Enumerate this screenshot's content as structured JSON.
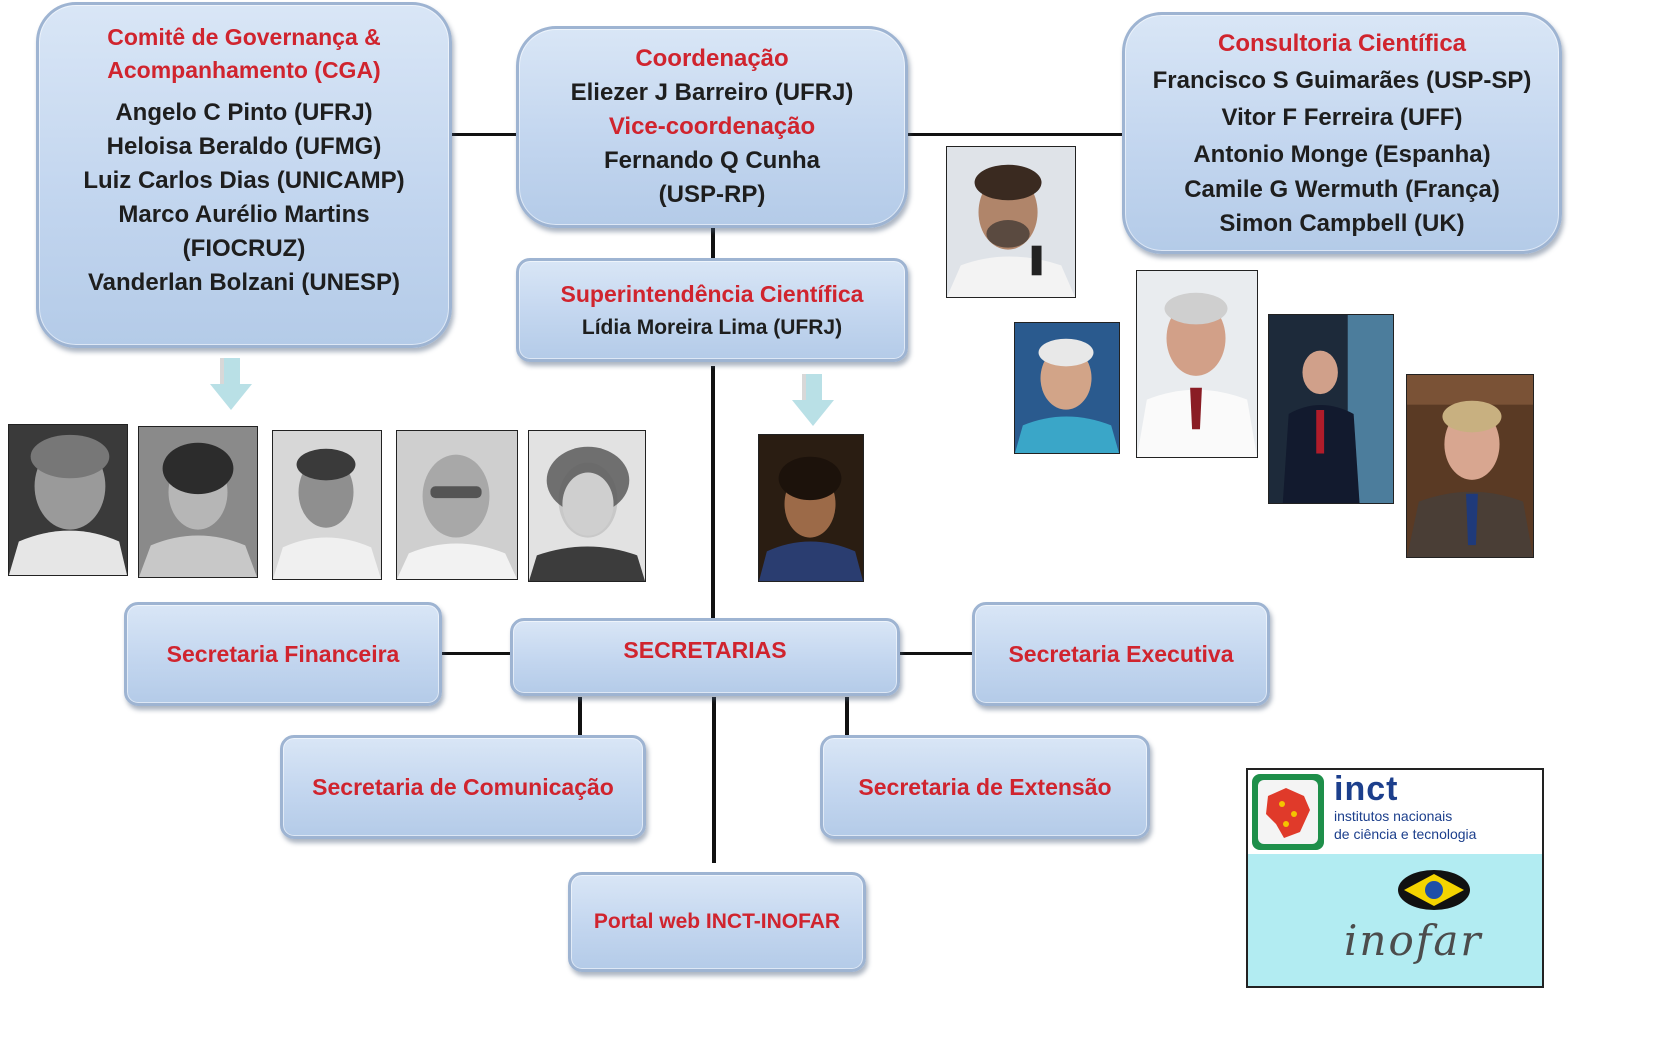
{
  "cga": {
    "title": "Comitê de Governança & Acompanhamento (CGA)",
    "members": [
      "Angelo C Pinto (UFRJ)",
      "Heloisa Beraldo (UFMG)",
      "Luiz Carlos Dias (UNICAMP)",
      "Marco Aurélio Martins",
      "(FIOCRUZ)",
      "Vanderlan Bolzani (UNESP)"
    ]
  },
  "coord": {
    "title": "Coordenação",
    "name": "Eliezer J Barreiro (UFRJ)",
    "vice_title": "Vice-coordenação",
    "vice_name_1": "Fernando Q Cunha",
    "vice_name_2": "(USP-RP)"
  },
  "consult": {
    "title": "Consultoria Científica",
    "members": [
      "Francisco S Guimarães (USP-SP)",
      "Vitor F Ferreira (UFF)",
      "Antonio Monge (Espanha)",
      "Camile G Wermuth (França)",
      "Simon Campbell (UK)"
    ]
  },
  "superint": {
    "title": "Superintendência Científica",
    "name": "Lídia Moreira Lima (UFRJ)"
  },
  "secretarias": {
    "main": "SECRETARIAS",
    "financeira": "Secretaria Financeira",
    "executiva": "Secretaria Executiva",
    "comunicacao": "Secretaria de Comunicação",
    "extensao": "Secretaria de Extensão",
    "portal": "Portal web INCT-INOFAR"
  },
  "logo": {
    "brand": "inct",
    "line1": "institutos nacionais",
    "line2": "de ciência e tecnologia",
    "script": "inofar"
  },
  "colors": {
    "title_red": "#d0242e",
    "box_fill": "#c3d6ef",
    "connector": "#111111",
    "arrow": "#b9e0e6"
  }
}
